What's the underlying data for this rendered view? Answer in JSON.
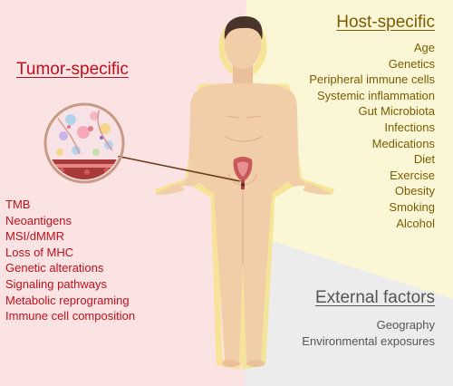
{
  "sections": {
    "tumor": {
      "title": "Tumor-specific",
      "items": [
        "TMB",
        "Neoantigens",
        "MSI/dMMR",
        "Loss of MHC",
        "Genetic alterations",
        "Signaling pathways",
        "Metabolic reprograming",
        "Immune cell composition"
      ]
    },
    "host": {
      "title": "Host-specific",
      "items": [
        "Age",
        "Genetics",
        "Peripheral immune cells",
        "Systemic inflammation",
        "Gut Microbiota",
        "Infections",
        "Medications",
        "Diet",
        "Exercise",
        "Obesity",
        "Smoking",
        "Alcohol"
      ]
    },
    "external": {
      "title": "External factors",
      "items": [
        "Geography",
        "Environmental exposures"
      ]
    }
  },
  "colors": {
    "tumor_bg": "#fbe3e3",
    "host_bg": "#fbf7d6",
    "external_bg": "#ececec",
    "tumor_text": "#c0101c",
    "host_text": "#7a5c00",
    "external_text": "#555555",
    "skin": "#f2cea8",
    "hair": "#4a3328",
    "bladder": "#c8585a"
  }
}
